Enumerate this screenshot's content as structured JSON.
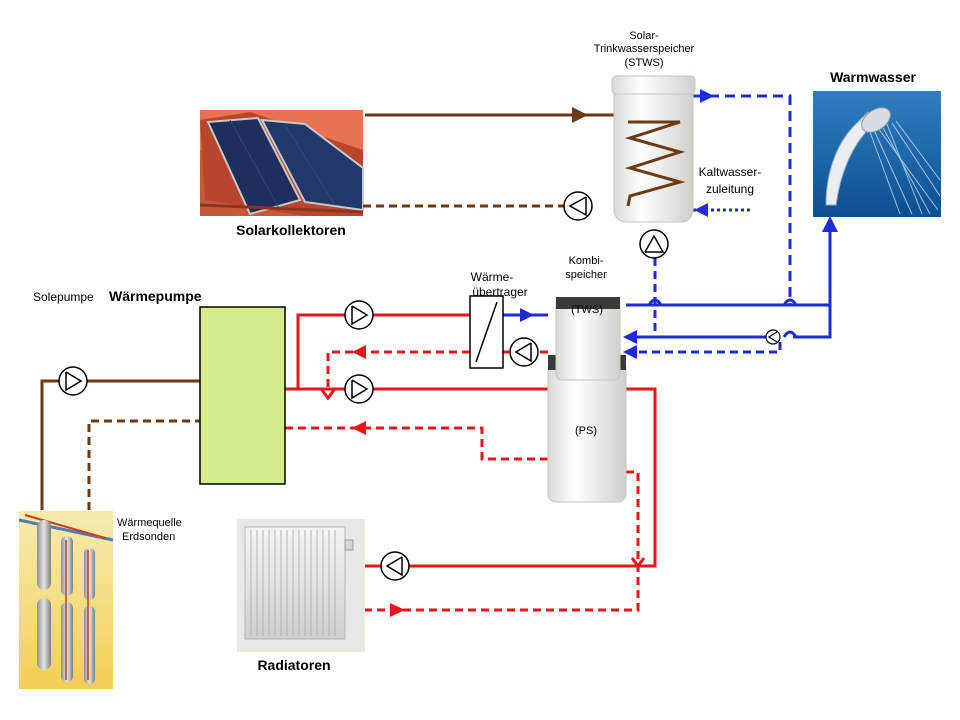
{
  "labels": {
    "stws_line1": "Solar-",
    "stws_line2": "Trinkwasserspeicher",
    "stws_line3": "(STWS)",
    "warmwasser": "Warmwasser",
    "kaltwasser_line1": "Kaltwasser-",
    "kaltwasser_line2": "zuleitung",
    "solarkollektoren": "Solarkollektoren",
    "kombi_line1": "Kombi-",
    "kombi_line2": "speicher",
    "waermetauscher_line1": "Wärme-",
    "waermetauscher_line2": "übertrager",
    "solepumpe": "Solepumpe",
    "waermepumpe": "Wärmepumpe",
    "tws": "(TWS)",
    "ps": "(PS)",
    "waermequelle_line1": "Wärmequelle",
    "waermequelle_line2": "Erdsonden",
    "radiatoren": "Radiatoren"
  },
  "colors": {
    "brine": "#6b3a12",
    "heating": "#e8161b",
    "hot_water": "#1f2bd8",
    "heat_pump_fill": "#d4ec8c",
    "tank_fill": "#f2f2f0",
    "tank_cap": "#3a3a3a"
  }
}
